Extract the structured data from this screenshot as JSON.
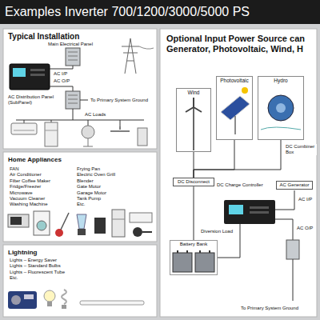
{
  "diagram": {
    "title": "Examples Inverter 700/1200/3000/5000 PS",
    "nodes": [
      {
        "text": [
          "Typical Installation"
        ]
      },
      {
        "text": [
          "Main Electrical Panel"
        ],
        "in": 0
      },
      {
        "text": [
          "AC Distribution Panel (SubPanel)"
        ],
        "in": 0
      },
      {
        "text": [
          "AC Loads"
        ],
        "in": 0
      },
      {
        "text": [
          "Home Appliances",
          "FAN",
          "Air Conditioner",
          "Filter Coffee Maker",
          "Fridge/Freezer",
          "Microwave",
          "Vacuum Cleaner",
          "Washing Machine",
          "Frying Pan",
          "Electric Oven Grill",
          "Blender",
          "Gate Motor",
          "Garage Motor",
          "Tank Pump",
          "Etc."
        ]
      },
      {
        "text": [
          "Lightning",
          "Lights – Energy Saver",
          "Lights – Standard Bulbs",
          "Lights – Fluorescent Tube",
          "Etc."
        ]
      },
      {
        "text": [
          "Optional Input Power Source can Generator, Photovoltaic, Wind, H"
        ]
      },
      {
        "text": [
          "Wind"
        ],
        "in": 6
      },
      {
        "text": [
          "Photovoltaic"
        ],
        "in": 6
      },
      {
        "text": [
          "Hydro"
        ],
        "in": 6
      },
      {
        "text": [
          "DC Disconnect"
        ],
        "in": 6
      },
      {
        "text": [
          "Battery Bank"
        ],
        "in": 6
      },
      {
        "text": [
          "AC Generator"
        ],
        "in": 6
      }
    ],
    "edges": [
      {
        "from": 7,
        "to": 10,
        "arrow": "none"
      },
      {
        "from": 8,
        "to": 10,
        "arrow": "none"
      },
      {
        "from": 9,
        "to": 10,
        "arrow": "none"
      },
      {
        "from": 11,
        "to": 10,
        "arrow": "none"
      }
    ],
    "labels": [
      "AC I/P",
      "AC O/P",
      "To Primary System Ground",
      "DC Combiner Box",
      "DC Charge Controller",
      "Diversion Load",
      "AC I/P",
      "AC O/P",
      "To Primary System Ground"
    ]
  }
}
